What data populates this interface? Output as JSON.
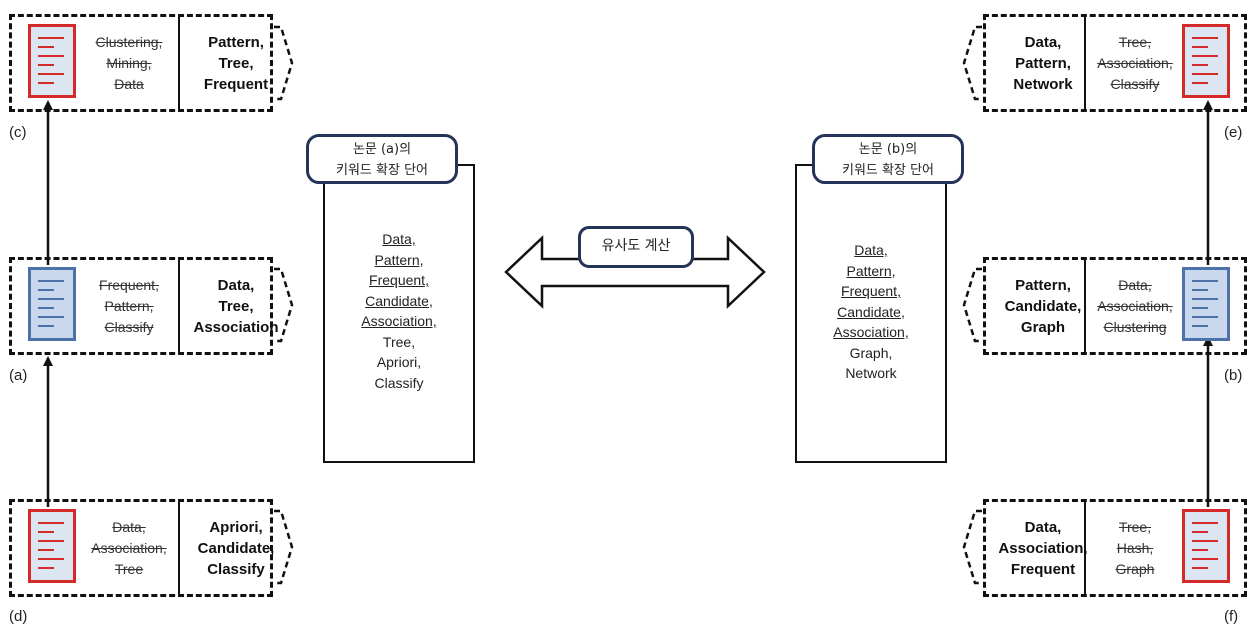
{
  "nodes": {
    "c": {
      "letter": "(c)",
      "old": [
        "Clustering,",
        "Mining,",
        "Data"
      ],
      "new": [
        "Pattern,",
        "Tree,",
        "Frequent"
      ]
    },
    "a": {
      "letter": "(a)",
      "old": [
        "Frequent,",
        "Pattern,",
        "Classify"
      ],
      "new": [
        "Data,",
        "Tree,",
        "Association"
      ]
    },
    "d": {
      "letter": "(d)",
      "old": [
        "Data,",
        "Association,",
        "Tree"
      ],
      "new": [
        "Apriori,",
        "Candidate,",
        "Classify"
      ]
    },
    "e": {
      "letter": "(e)",
      "old": [
        "Tree,",
        "Association,",
        "Classify"
      ],
      "new": [
        "Data,",
        "Pattern,",
        "Network"
      ]
    },
    "b": {
      "letter": "(b)",
      "old": [
        "Data,",
        "Association,",
        "Clustering"
      ],
      "new": [
        "Pattern,",
        "Candidate,",
        "Graph"
      ]
    },
    "f": {
      "letter": "(f)",
      "old": [
        "Tree,",
        "Hash,",
        "Graph"
      ],
      "new": [
        "Data,",
        "Association,",
        "Frequent"
      ]
    }
  },
  "keywords_a": {
    "title": [
      "논문 (a)의",
      "키워드 확장 단어"
    ],
    "words": [
      {
        "text": "Data,",
        "underline": true
      },
      {
        "text": "Pattern,",
        "underline": true
      },
      {
        "text": "Frequent,",
        "underline": true
      },
      {
        "text": "Candidate,",
        "underline": true
      },
      {
        "text": "Association,",
        "underline": true
      },
      {
        "text": "Tree,",
        "underline": false
      },
      {
        "text": "Apriori,",
        "underline": false
      },
      {
        "text": "Classify",
        "underline": false
      }
    ]
  },
  "keywords_b": {
    "title": [
      "논문 (b)의",
      "키워드 확장 단어"
    ],
    "words": [
      {
        "text": "Data,",
        "underline": true
      },
      {
        "text": "Pattern,",
        "underline": true
      },
      {
        "text": "Frequent,",
        "underline": true
      },
      {
        "text": "Candidate,",
        "underline": true
      },
      {
        "text": "Association,",
        "underline": true
      },
      {
        "text": "Graph,",
        "underline": false
      },
      {
        "text": "Network",
        "underline": false
      }
    ]
  },
  "similarity_label": "유사도 계산",
  "colors": {
    "doc_red": "#d42a2a",
    "doc_blue": "#4e72a8",
    "pill_border": "#24335a"
  }
}
